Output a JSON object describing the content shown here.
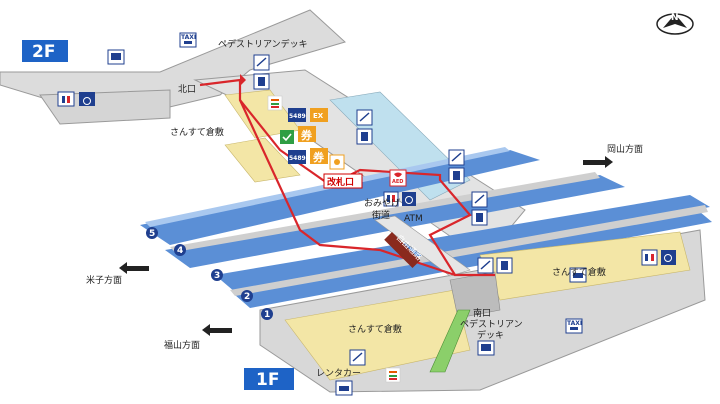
{
  "floors": {
    "upper": "2F",
    "lower": "1F"
  },
  "compass": {
    "label": "N"
  },
  "labels": {
    "pedestrian_deck_north": "ペデストリアンデッキ",
    "north_exit": "北口",
    "sansute_north": "さんすて倉敷",
    "okayama_direction": "岡山方面",
    "ticket_gate": "改札口",
    "omiyage_line1": "おみやげ",
    "omiyage_line2": "街道",
    "atm": "ATM",
    "yonago_direction": "米子方面",
    "fukuyama_direction": "福山方面",
    "sansute_east": "さんすて倉敷",
    "sansute_south": "さんすて倉敷",
    "south_exit": "南口",
    "pedestrian_deck_south_line1": "ペデストリアン",
    "pedestrian_deck_south_line2": "デッキ",
    "rental_car": "レンタカー",
    "underpass": "自由通路",
    "taxi": "TAXI",
    "aed": "AED",
    "ex": "EX",
    "ticket_machine": "券",
    "store_5489": "5489"
  },
  "platforms": [
    "1",
    "2",
    "3",
    "4",
    "5"
  ],
  "colors": {
    "floor_gray": "#dcdcdc",
    "floor_edge": "#9a9a9a",
    "track_blue": "#5b8fd6",
    "track_light": "#a9c8ef",
    "shop_tan": "#f3e6a6",
    "route_red": "#d9262b",
    "sign_blue": "#1f3f8f",
    "floor_tag_blue": "#1e63c6"
  }
}
